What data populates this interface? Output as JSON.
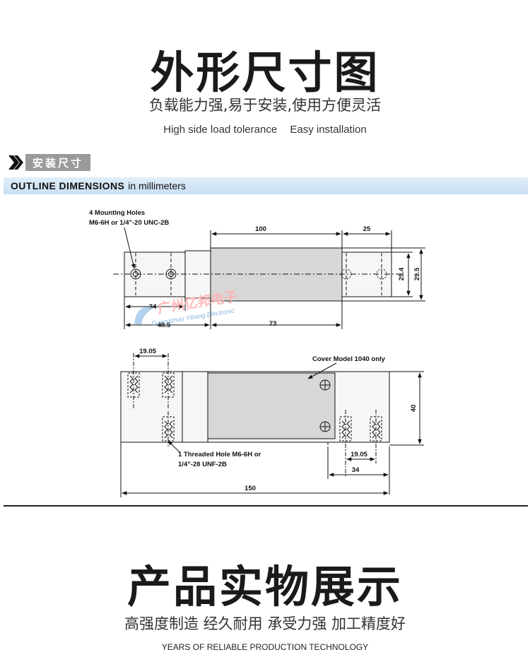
{
  "header": {
    "title": "外形尺寸图",
    "subtitle": "负载能力强,易于安装,使用方便灵活",
    "features_en": [
      "High side load tolerance",
      "Easy installation"
    ]
  },
  "install_section": {
    "label": "安装尺寸"
  },
  "outline_bar": {
    "bold": "OUTLINE DIMENSIONS",
    "rest": "in millimeters"
  },
  "drawing": {
    "top_view": {
      "holes_note_line1": "4 Mounting Holes",
      "holes_note_line2": "M6-6H or 1/4\"-20 UNC-2B",
      "dim_100": "100",
      "dim_25": "25",
      "dim_25_4": "25.4",
      "dim_29_5": "29.5",
      "dim_34": "34",
      "dim_48_5": "48.5",
      "dim_73": "73"
    },
    "side_view": {
      "dim_19_05_left": "19.05",
      "cover_note": "Cover Model 1040 only",
      "dim_40": "40",
      "thread_note_line1": "1 Threaded Hole M6-6H or",
      "thread_note_line2": "1/4\"-28 UNF-2B",
      "dim_19_05_right": "19.05",
      "dim_34": "34",
      "dim_150": "150"
    },
    "watermark": {
      "cn": "广州亿邦电子",
      "en": "Guangzhou Yibang Electronic"
    }
  },
  "footer": {
    "title": "产品实物展示",
    "subtitle": "高强度制造 经久耐用 承受力强 加工精度好",
    "en": "YEARS OF RELIABLE PRODUCTION TECHNOLOGY"
  },
  "colors": {
    "outline_bar_start": "#e1eef9",
    "outline_bar_end": "#c8dff2",
    "tag_grey": "#9a9a9a",
    "watermark_blue": "#5b9bd5"
  }
}
